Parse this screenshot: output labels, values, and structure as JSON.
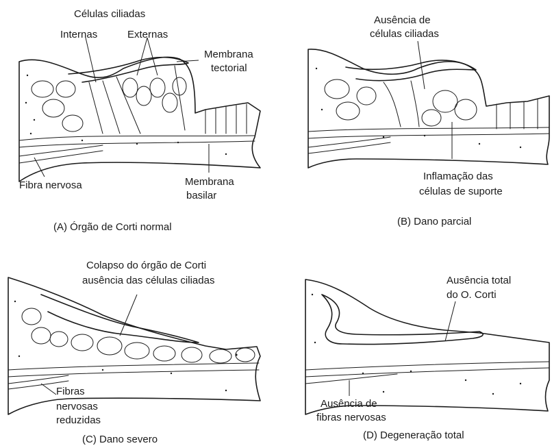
{
  "panels": {
    "a": {
      "caption": "(A) Órgão de Corti normal",
      "labels": {
        "hair_cells": "Células ciliadas",
        "inner": "Internas",
        "outer": "Externas",
        "tectorial_1": "Membrana",
        "tectorial_2": "tectorial",
        "nerve_fiber": "Fibra nervosa",
        "basilar_1": "Membrana",
        "basilar_2": "basilar"
      }
    },
    "b": {
      "caption": "(B) Dano parcial",
      "labels": {
        "absence_1": "Ausência de",
        "absence_2": "células ciliadas",
        "inflammation_1": "Inflamação das",
        "inflammation_2": "células de suporte"
      }
    },
    "c": {
      "caption": "(C) Dano severo",
      "labels": {
        "collapse_1": "Colapso do órgão de Corti",
        "collapse_2": "ausência das células ciliadas",
        "fibers_1": "Fibras",
        "fibers_2": "nervosas",
        "fibers_3": "reduzidas"
      }
    },
    "d": {
      "caption": "(D) Degeneração total",
      "labels": {
        "total_absence_1": "Ausência total",
        "total_absence_2": "do O. Corti",
        "no_fibers_1": "Ausência de",
        "no_fibers_2": "fibras nervosas"
      }
    }
  }
}
